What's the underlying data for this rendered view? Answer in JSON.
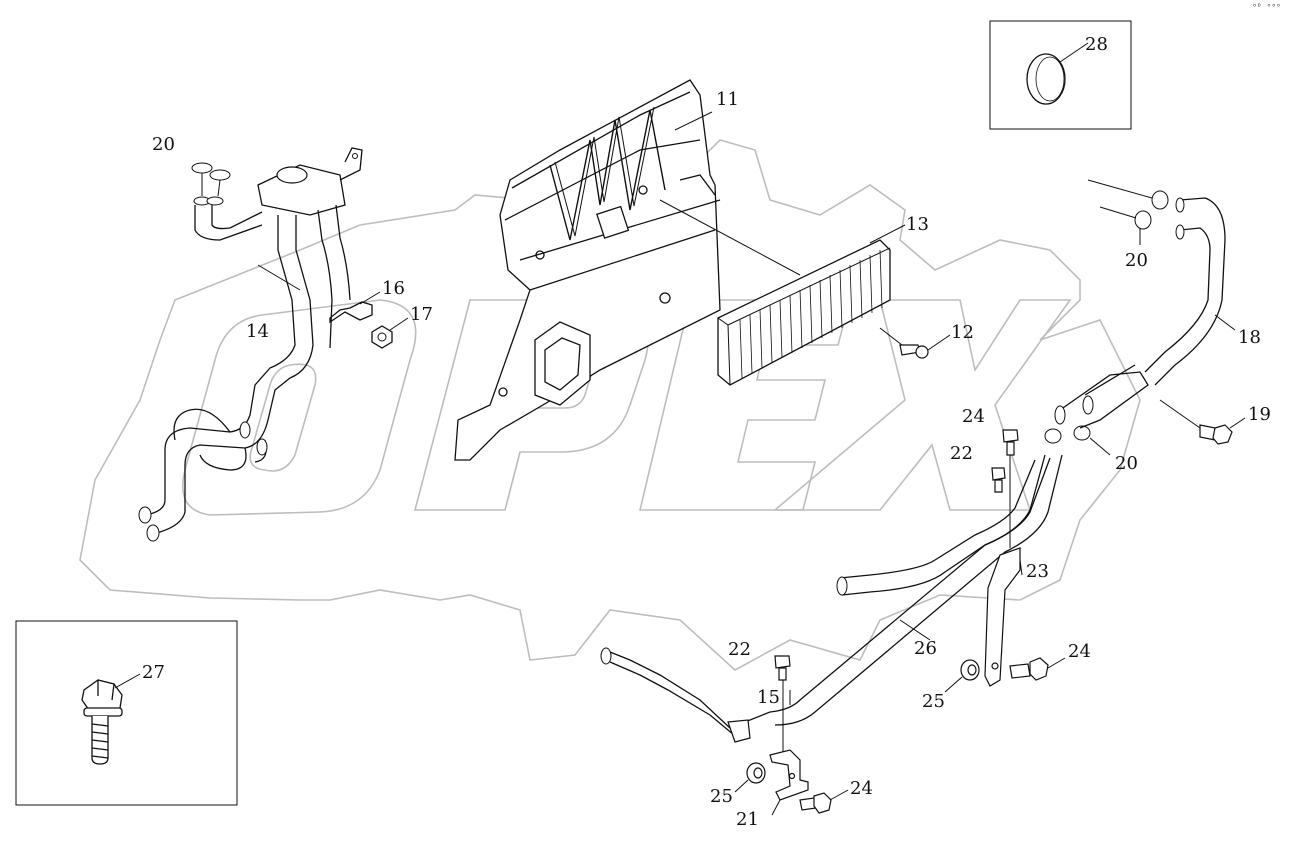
{
  "corner_mark": "ᵒᴰ ᵒᵒᵒ",
  "watermark": {
    "text": "OPEX",
    "color": "#bdbdbd"
  },
  "callouts": [
    {
      "id": "c-20-a",
      "text": "20"
    },
    {
      "id": "c-14",
      "text": "14"
    },
    {
      "id": "c-16",
      "text": "16"
    },
    {
      "id": "c-17",
      "text": "17"
    },
    {
      "id": "c-11",
      "text": "11"
    },
    {
      "id": "c-13",
      "text": "13"
    },
    {
      "id": "c-12",
      "text": "12"
    },
    {
      "id": "c-28",
      "text": "28"
    },
    {
      "id": "c-20-b",
      "text": "20"
    },
    {
      "id": "c-18",
      "text": "18"
    },
    {
      "id": "c-19",
      "text": "19"
    },
    {
      "id": "c-20-c",
      "text": "20"
    },
    {
      "id": "c-24-a",
      "text": "24"
    },
    {
      "id": "c-22-a",
      "text": "22"
    },
    {
      "id": "c-23",
      "text": "23"
    },
    {
      "id": "c-26",
      "text": "26"
    },
    {
      "id": "c-22-b",
      "text": "22"
    },
    {
      "id": "c-15",
      "text": "15"
    },
    {
      "id": "c-24-b",
      "text": "24"
    },
    {
      "id": "c-25-a",
      "text": "25"
    },
    {
      "id": "c-25-b",
      "text": "25"
    },
    {
      "id": "c-24-c",
      "text": "24"
    },
    {
      "id": "c-21",
      "text": "21"
    },
    {
      "id": "c-27",
      "text": "27"
    }
  ]
}
